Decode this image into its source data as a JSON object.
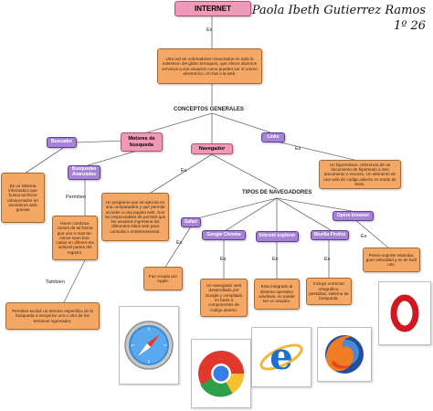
{
  "author": {
    "line1": "Paola Ibeth Gutierrez Ramos",
    "line2": "1º 26"
  },
  "nodes": {
    "internet": "INTERNET",
    "internet_def": "Una red de ordenadores conectados en toda la extension del globo terraqueo, que ofrece diversos servicios a sus usuarios como pueden ser el correo electronico, el chat o la web.",
    "conceptos": "CONCEPTOS GENERALES",
    "motores": "Motores de busqueda",
    "buscador": "Buscador",
    "buscador_def": "Es un sistema informatico que busca archivos almacenados en servidores web gracias",
    "busquedas": "Busquedas Avanzadas",
    "busquedas_def": "Hacer combina-ciones de tal forma que uno o mas ter-minos sean bus-cados en diferen-tes indicesl partes del registro.",
    "tambien_def": "Permiten excluir un termino especifico de la busqueda o recuperar uno u otro de los terminos ingresador.",
    "navegador": "Navegador",
    "navegador_def": "Un programa que se ejecuta en una computadora y que permite acceder a una pagina web. Son los responsables de permitir que los usuarios ingresena los diferentes sitios web para consulta o entretenimiento.",
    "links": "Links",
    "links_def": "Un hiperenlace, referencia de un documento de hipertexto a otro documento o recurso. Un elemento de una web de codigo abierto en modo de texto.",
    "tipos": "TIPOS DE NAVEGADORES",
    "safari": "Safari",
    "safari_def": "Fue creado por Apple.",
    "chrome": "Google Chrome",
    "chrome_def": "Un navegador web desarrollado por Google y compilado en base a componentes de codigo abierto.",
    "explorer": "Internet explorer",
    "explorer_def": "Esta integrado al sistema operativo windows, no puede ser un usuario.",
    "firefox": "Mozilla Firefox",
    "firefox_def": "Incluye corrector ortografico, pestañas, sistema de busqueda.",
    "opera": "Opera browser",
    "opera_def": "Posee soporte estandar, gran velocidad y es de facil uso."
  },
  "connectors": {
    "es": "Es",
    "permiten": "Permiten",
    "tambien": "Tambien"
  },
  "colors": {
    "pink_box": "#ef9ab8",
    "purple_box": "#a783d6",
    "orange_box": "#f5a865",
    "line": "#6b6b6b"
  },
  "icons": [
    "safari-compass-icon",
    "chrome-logo-icon",
    "internet-explorer-logo-icon",
    "firefox-logo-icon",
    "opera-logo-icon"
  ]
}
